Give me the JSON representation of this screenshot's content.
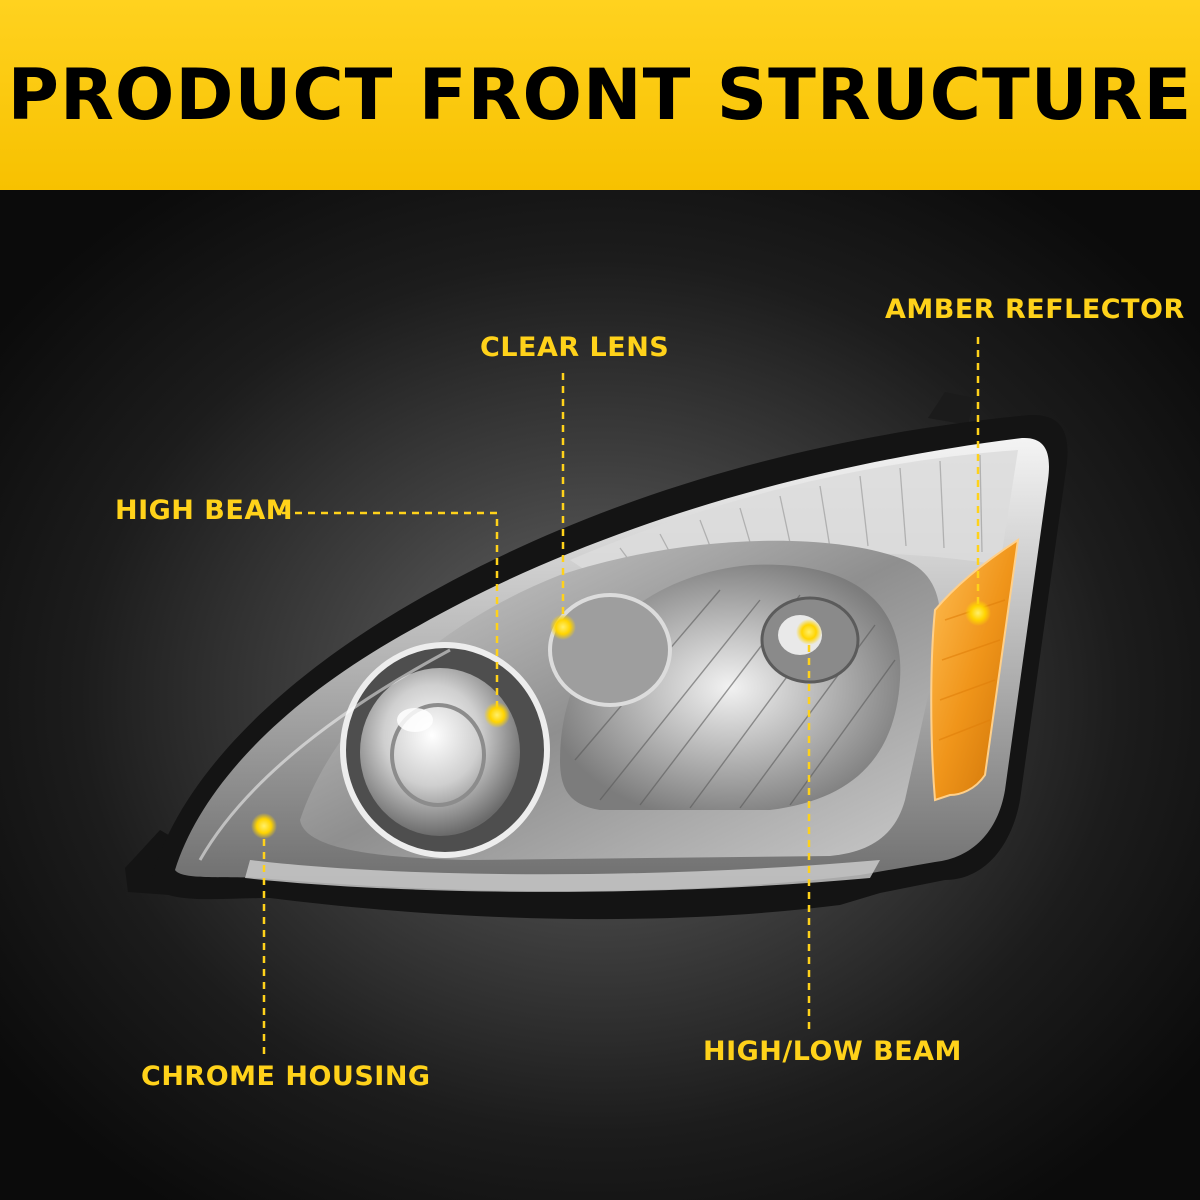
{
  "banner": {
    "title": "PRODUCT FRONT STRUCTURE"
  },
  "product": {
    "name": "headlight-assembly"
  },
  "callouts": {
    "clear_lens": "CLEAR LENS",
    "amber_reflector": "AMBER REFLECTOR",
    "high_beam": "HIGH BEAM",
    "chrome_housing": "CHROME HOUSING",
    "high_low_beam": "HIGH/LOW BEAM"
  },
  "colors": {
    "accent": "#ffd21a",
    "banner": "#f7c100",
    "amber": "#f29a18"
  }
}
